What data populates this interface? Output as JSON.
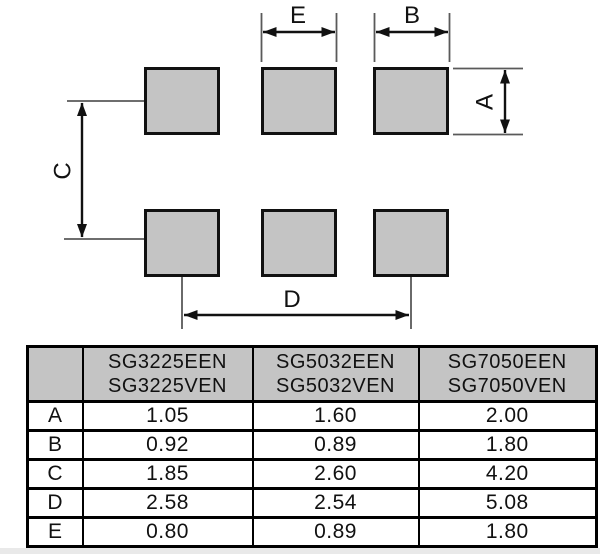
{
  "diagram": {
    "labels": {
      "a": "A",
      "b": "B",
      "c": "C",
      "d": "D",
      "e": "E"
    }
  },
  "table": {
    "col_headers": [
      [
        "SG3225EEN",
        "SG3225VEN"
      ],
      [
        "SG5032EEN",
        "SG5032VEN"
      ],
      [
        "SG7050EEN",
        "SG7050VEN"
      ]
    ],
    "rows": [
      {
        "label": "A",
        "values": [
          "1.05",
          "1.60",
          "2.00"
        ]
      },
      {
        "label": "B",
        "values": [
          "0.92",
          "0.89",
          "1.80"
        ]
      },
      {
        "label": "C",
        "values": [
          "1.85",
          "2.60",
          "4.20"
        ]
      },
      {
        "label": "D",
        "values": [
          "2.58",
          "2.54",
          "5.08"
        ]
      },
      {
        "label": "E",
        "values": [
          "0.80",
          "0.89",
          "1.80"
        ]
      }
    ]
  },
  "colors": {
    "page_bg": "#ffffff",
    "pad_fill": "#c4c4c4",
    "pad_border": "#111111",
    "extension_line": "#5a5a5a",
    "arrow": "#111111",
    "label_text": "#111111",
    "table_header_bg": "#c4c4c4",
    "table_border": "#000000",
    "table_text": "#111111",
    "page_edge": "#e9e9e9"
  }
}
